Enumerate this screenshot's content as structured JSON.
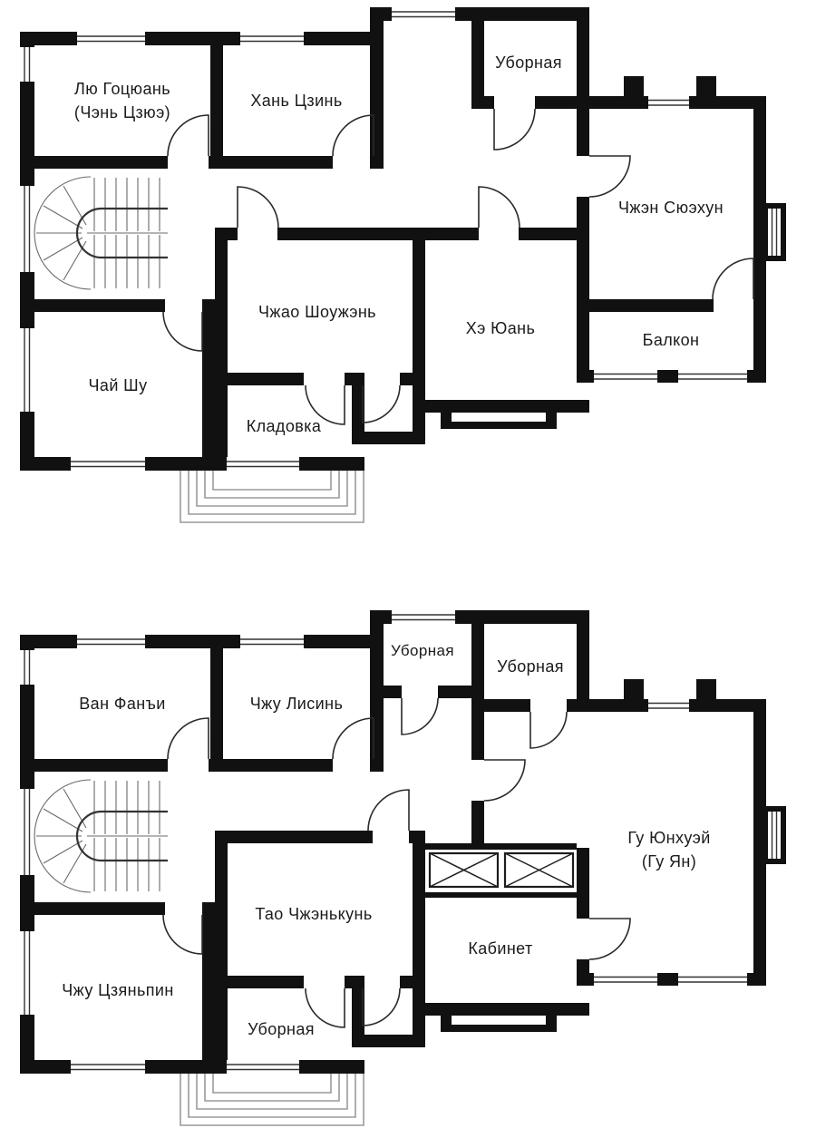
{
  "colors": {
    "wall": "#111111",
    "door_line": "#2a2a2a",
    "detail_line": "#6a6a6a",
    "text": "#1b1b1b",
    "background": "#ffffff"
  },
  "floor1": {
    "liu": {
      "line1": "Лю Гоцюань",
      "line2": "(Чэнь Цзюэ)"
    },
    "han": {
      "label": "Хань Цзинь"
    },
    "toilet": {
      "label": "Уборная"
    },
    "zhen": {
      "label": "Чжэн Сюэхун"
    },
    "zhao": {
      "label": "Чжао Шоужэнь"
    },
    "he": {
      "label": "Хэ Юань"
    },
    "balcony": {
      "label": "Балкон"
    },
    "chai": {
      "label": "Чай Шу"
    },
    "storage": {
      "label": "Кладовка"
    }
  },
  "floor2": {
    "van": {
      "label": "Ван Фанъи"
    },
    "zhu_l": {
      "label": "Чжу Лисинь"
    },
    "toilet_left": {
      "label": "Уборная"
    },
    "toilet_right": {
      "label": "Уборная"
    },
    "gu": {
      "line1": "Гу Юнхуэй",
      "line2": "(Гу Ян)"
    },
    "tao": {
      "label": "Тао Чжэнькунь"
    },
    "study": {
      "label": "Кабинет"
    },
    "zhu_j": {
      "label": "Чжу Цзяньпин"
    },
    "toilet_bottom": {
      "label": "Уборная"
    }
  }
}
